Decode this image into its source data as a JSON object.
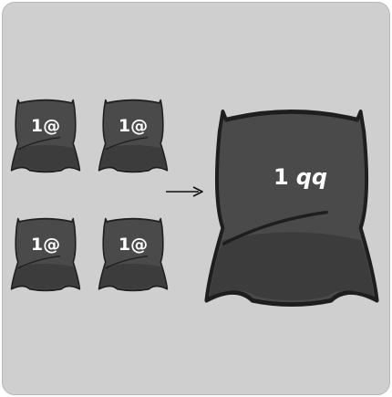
{
  "diagram": {
    "small_bags": [
      {
        "number": "1",
        "symbol": "@"
      },
      {
        "number": "1",
        "symbol": "@"
      },
      {
        "number": "1",
        "symbol": "@"
      },
      {
        "number": "1",
        "symbol": "@"
      }
    ],
    "large_bag": {
      "number": "1",
      "symbol": "qq"
    },
    "colors": {
      "background": "#cfcfcf",
      "bag_fill": "#4a4a4a",
      "bag_dark": "#3a3a3a",
      "bag_outline": "#1e1e1e",
      "label_text": "#ffffff"
    }
  }
}
